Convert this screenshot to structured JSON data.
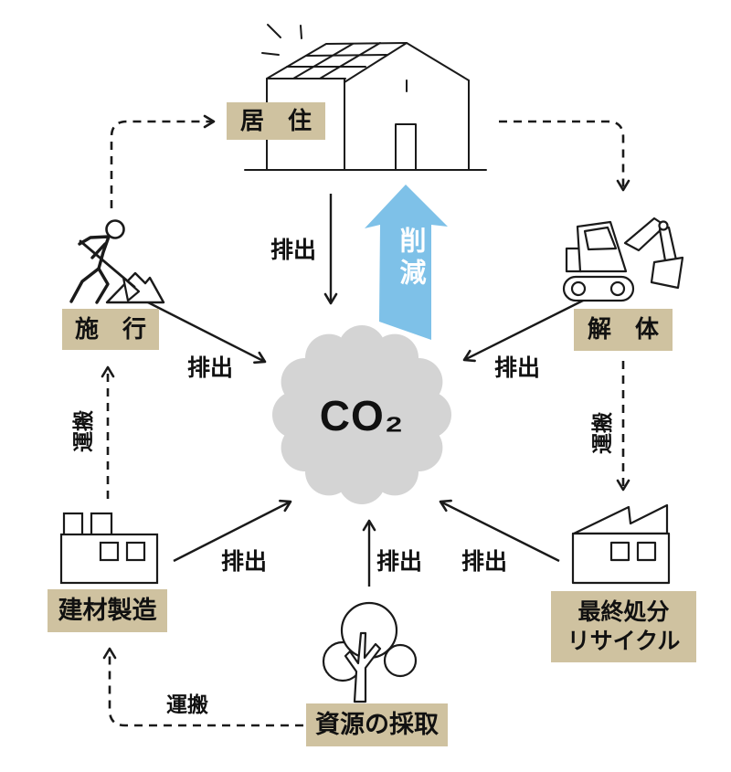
{
  "center": {
    "label": "CO₂"
  },
  "stages": {
    "residence": "居　住",
    "construction": "施　行",
    "demolition": "解　体",
    "materials": "建材製造",
    "disposal_line1": "最終処分",
    "disposal_line2": "リサイクル",
    "resources": "資源の採取"
  },
  "flows": {
    "emission": "排出",
    "transport": "運搬",
    "reduction": "削減"
  },
  "colors": {
    "label_bg": "#cfc2a0",
    "cloud": "#d4d4d4",
    "reduction_arrow": "#7ec1e8",
    "line": "#1a1a1a"
  }
}
